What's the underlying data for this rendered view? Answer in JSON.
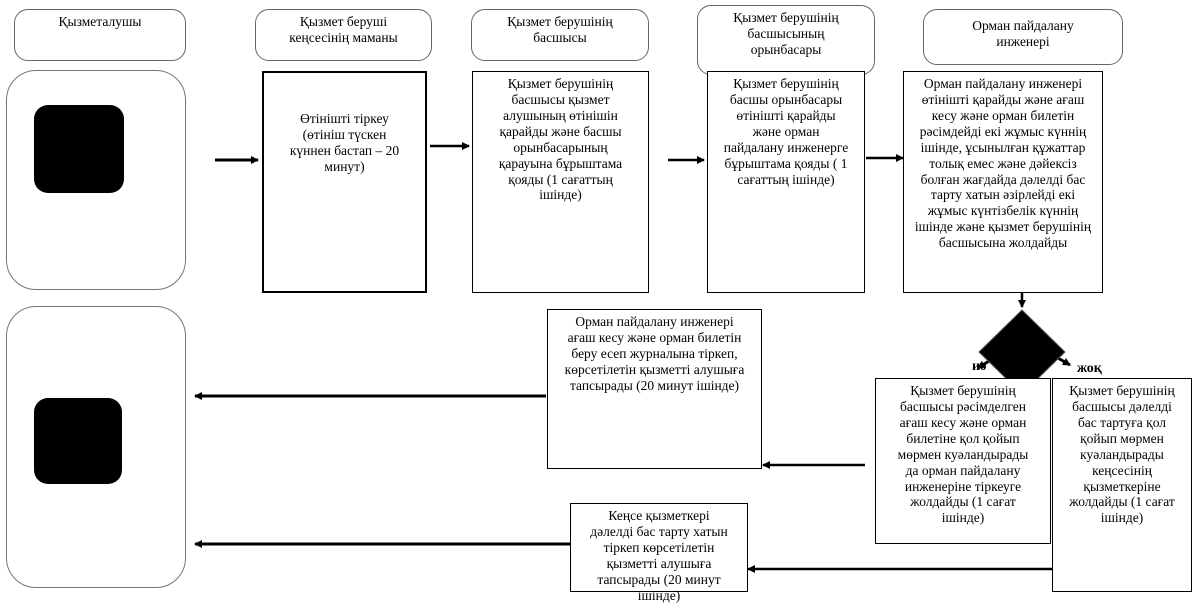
{
  "headers": {
    "service_recipient": "Қызметалушы",
    "office_specialist": "Қызмет беруші\nкеңсесінің маманы",
    "head": "Қызмет берушінің\nбасшысы",
    "deputy_head": "Қызмет берушінің\nбасшысының\nорынбасары",
    "forest_engineer": "Орман пайдалану\nинженері"
  },
  "steps": {
    "register": "Өтінішті тіркеу\n(өтініш түскен\nкүннен бастап – 20\nминут)",
    "head_review": "Қызмет берушінің\nбасшысы қызмет\nалушының өтінішін\nқарайды және басшы\nорынбасарының\nқарауына бұрыштама\nқояды (1 сағаттың\nішінде)",
    "deputy_review": "Қызмет берушінің\nбасшы орынбасары\nөтінішті қарайды\nжәне орман\nпайдалану инженерге\nбұрыштама қояды ( 1\nсағаттың ішінде)",
    "engineer_review": "Орман пайдалану инженері\nөтінішті қарайды және ағаш\nкесу және орман билетін\nрәсімдейді екі жұмыс күннің\nішінде, ұсынылған құжаттар\nтолық емес және дәйексіз\nболған жағдайда дәлелді бас\nтарту хатын әзірлейді екі\nжұмыс күнтізбелік күннің\nішінде және қызмет берушінің\nбасшысына жолдайды",
    "engineer_issue": "Орман пайдалану инженері\nағаш кесу және орман билетін\nберу есеп журналына тіркеп,\nкөрсетілетін қызметті алушыға\nтапсырады (20 минут ішінде)",
    "head_sign": "Қызмет берушінің\nбасшысы рәсімделген\nағаш кесу және орман\nбилетіне қол қойып\nмөрмен куәландырады\nда орман пайдалану\nинженеріне тіркеуге\nжолдайды (1 сағат\nішінде)",
    "head_refusal": "Қызмет берушінің\nбасшысы  дәлелді\nбас тартуға қол\nқойып мөрмен\nкуәландырады\nкеңсесінің\nқызметкеріне\nжолдайды (1 сағат\nішінде)",
    "office_refusal": "Кеңсе қызметкері\nдәлелді бас тарту хатын\nтіркеп көрсетілетін\nқызметті  алушыға\nтапсырады (20 минут\nішінде)"
  },
  "decision": {
    "yes_label": "иә",
    "no_label": "жоқ"
  },
  "icon": "black-rounded-square-icon"
}
